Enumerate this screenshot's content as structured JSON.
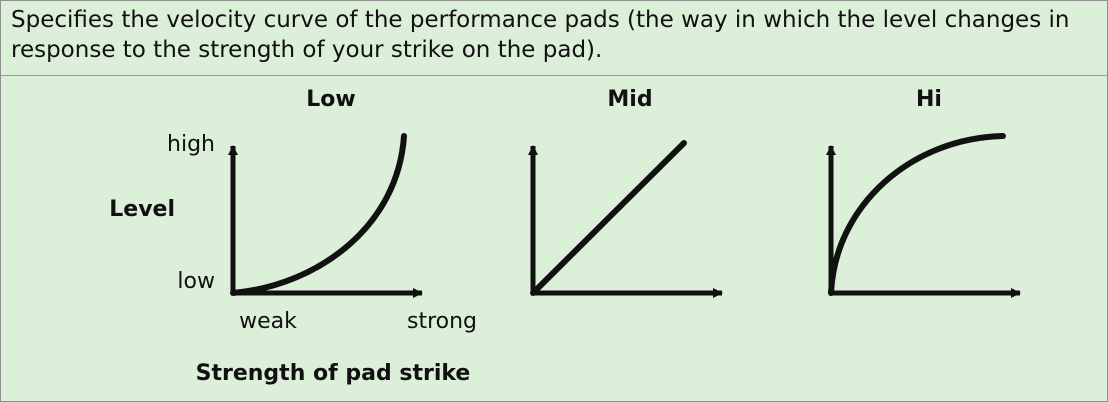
{
  "description": {
    "line1": "Specifies the velocity curve of the performance pads (the way in which the level changes in",
    "line2": "response to the strength of your strike on the pad)."
  },
  "curves": [
    {
      "label": "Low"
    },
    {
      "label": "Mid"
    },
    {
      "label": "Hi"
    }
  ],
  "axis_labels": {
    "y_title": "Level",
    "y_high": "high",
    "y_low": "low",
    "x_weak": "weak",
    "x_strong": "strong",
    "x_title": "Strength of pad strike"
  }
}
